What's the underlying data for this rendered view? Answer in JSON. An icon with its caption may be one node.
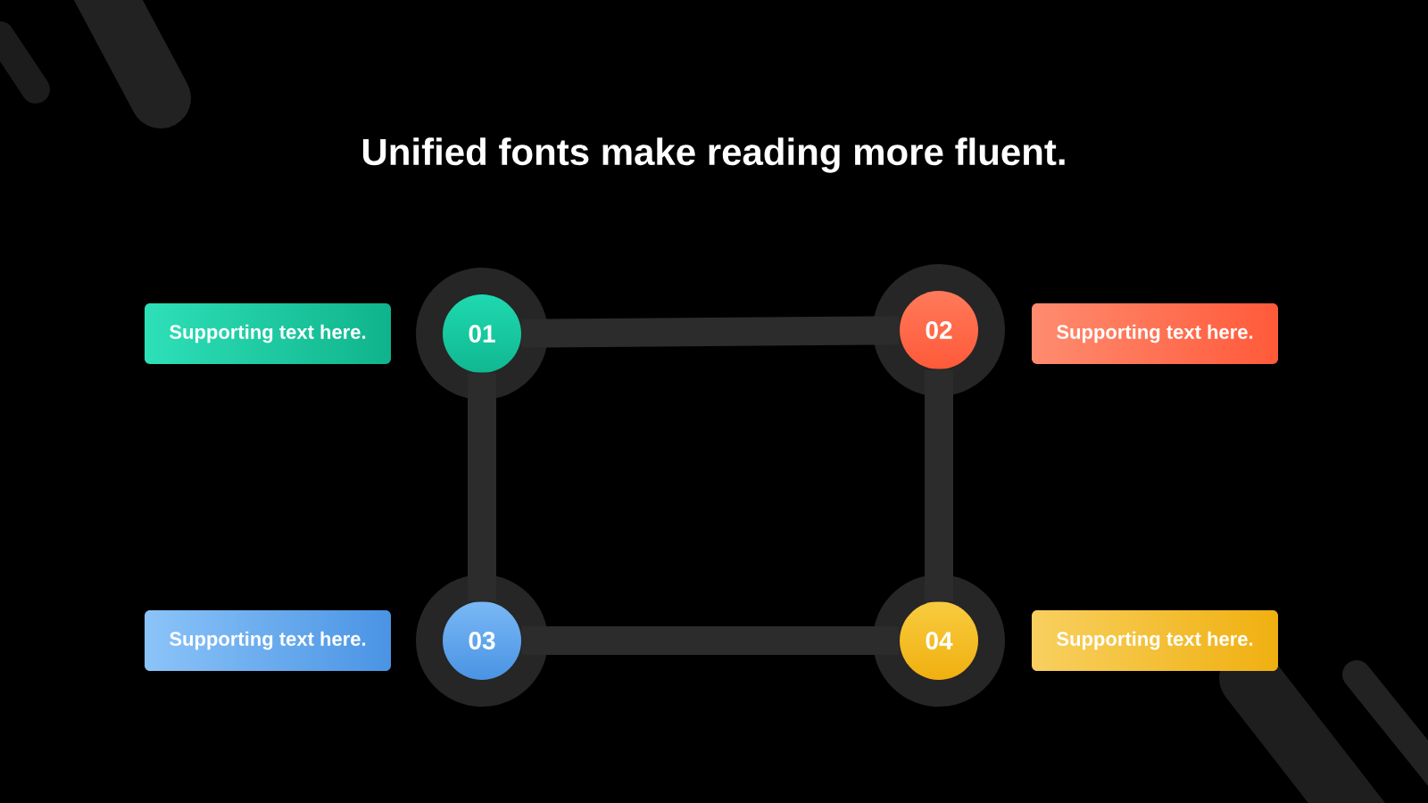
{
  "diagram": {
    "title": "Unified fonts make reading more fluent.",
    "nodes": [
      {
        "text": [
          "01"
        ]
      },
      {
        "text": [
          "02"
        ]
      },
      {
        "text": [
          "03"
        ]
      },
      {
        "text": [
          "04"
        ]
      },
      {
        "text": [
          "Supporting text here."
        ]
      },
      {
        "text": [
          "Supporting text here."
        ]
      },
      {
        "text": [
          "Supporting text here."
        ]
      },
      {
        "text": [
          "Supporting text here."
        ]
      }
    ],
    "edges": [
      {
        "from": 0,
        "to": 1,
        "arrow": "none"
      },
      {
        "from": 1,
        "to": 3,
        "arrow": "none"
      },
      {
        "from": 3,
        "to": 2,
        "arrow": "none"
      },
      {
        "from": 2,
        "to": 0,
        "arrow": "none"
      }
    ]
  }
}
